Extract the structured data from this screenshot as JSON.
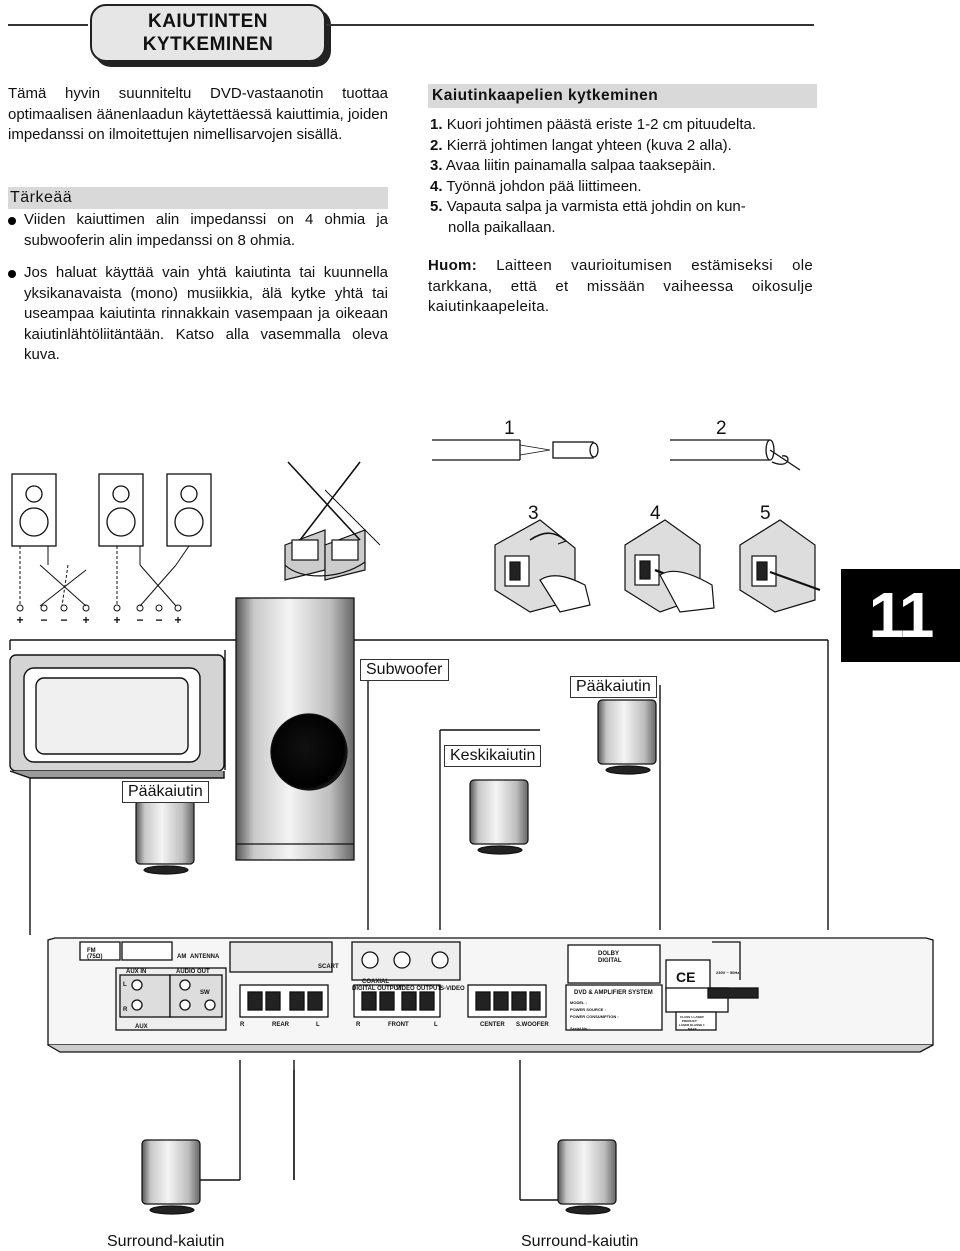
{
  "header": {
    "title_line1": "KAIUTINTEN",
    "title_line2": "KYTKEMINEN"
  },
  "intro": "Tämä hyvin suunniteltu DVD-vastaanotin tuottaa optimaalisen äänenlaadun käytettäessä kaiuttimia, joiden impedanssi on ilmoitettujen nimellisarvojen sisällä.",
  "important": {
    "heading": "Tärkeää",
    "bullet1": "Viiden kaiuttimen alin impedanssi on 4 ohmia ja subwooferin alin impedanssi on 8 ohmia.",
    "bullet2": "Jos haluat käyttää vain yhtä kaiutinta tai kuunnella yksikanavaista (mono) musiikkia, älä kytke yhtä tai useampaa kaiutinta rinnakkain vasempaan ja oikeaan kaiutinlähtöliitäntään. Katso alla vasemmalla oleva kuva."
  },
  "cable": {
    "heading": "Kaiutinkaapelien kytkeminen",
    "steps": [
      {
        "num": "1.",
        "text": "Kuori johtimen päästä eriste 1-2 cm pituudelta."
      },
      {
        "num": "2.",
        "text": "Kierrä johtimen langat yhteen (kuva 2 alla)."
      },
      {
        "num": "3.",
        "text": "Avaa liitin painamalla salpaa taaksepäin."
      },
      {
        "num": "4.",
        "text": "Työnnä johdon pää liittimeen."
      },
      {
        "num": "5.",
        "text": "Vapauta salpa ja varmista että johdin on kun-"
      }
    ],
    "step5_cont": "nolla paikallaan.",
    "note_label": "Huom:",
    "note_text": "Laitteen vaurioitumisen estämiseksi ole tarkkana, että et missään vaiheessa oikosulje kaiutinkaapeleita."
  },
  "figure_numbers": [
    "1",
    "2",
    "3",
    "4",
    "5"
  ],
  "page_number": "11",
  "terminal_signs": [
    "+",
    "−",
    "−",
    "+",
    "+",
    "−",
    "−",
    "+"
  ],
  "labels": {
    "subwoofer": "Subwoofer",
    "main_right": "Pääkaiutin",
    "main_left": "Pääkaiutin",
    "center": "Keskikaiutin",
    "surround_left": "Surround-kaiutin",
    "surround_right": "Surround-kaiutin"
  },
  "back_panel": {
    "fm": "FM",
    "fm_ohm": "(75Ω)",
    "am": "AM",
    "antenna": "ANTENNA",
    "aux_in": "AUX IN",
    "audio_out": "AUDIO OUT",
    "aux": "AUX",
    "scart": "SCART",
    "sw": "SW",
    "coaxial": "COAXIAL",
    "digital_output": "DIGITAL OUTPUT",
    "video_output": "VIDEO OUTPUT",
    "svideo": "S-VIDEO",
    "rear": "REAR",
    "front": "FRONT",
    "center": "CENTER",
    "swoofer": "S.WOOFER",
    "l": "L",
    "r": "R",
    "dolby_top": "DOLBY",
    "dolby_bottom": "DIGITAL",
    "system": "DVD & AMPLIFIER SYSTEM",
    "model": "MODEL :",
    "power_source": "POWER SOURCE :",
    "power_consumption": "POWER CONSUMPTION :",
    "serial": "Serial No :",
    "ce": "CE",
    "voltage": "230V ~ 50Hz",
    "laser1": "CLASS 1 LASER",
    "laser2": "PRODUCT",
    "laser3": "LASER KLASSE 1",
    "laser4": "MAXX"
  },
  "colors": {
    "heading_bg": "#d9d9d9",
    "title_bg": "#e6e6e6",
    "accent": "#000000"
  }
}
